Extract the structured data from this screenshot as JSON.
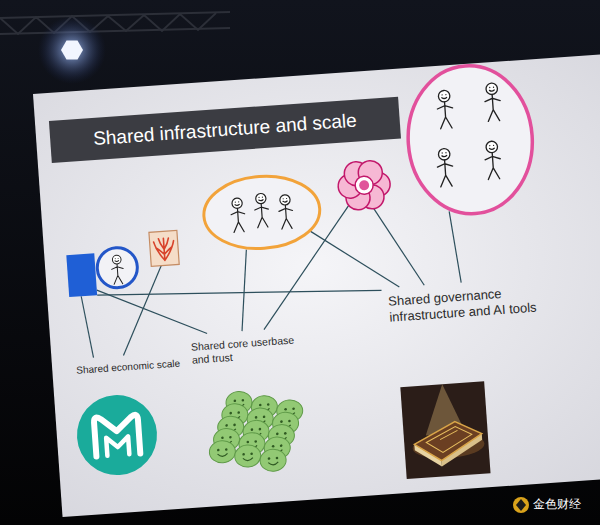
{
  "diagram": {
    "title": "Shared infrastructure and scale",
    "labels": [
      "Shared economic scale",
      "Shared core userbase and trust",
      "Shared governance infrastructure and AI tools",
      "金色财经"
    ]
  }
}
